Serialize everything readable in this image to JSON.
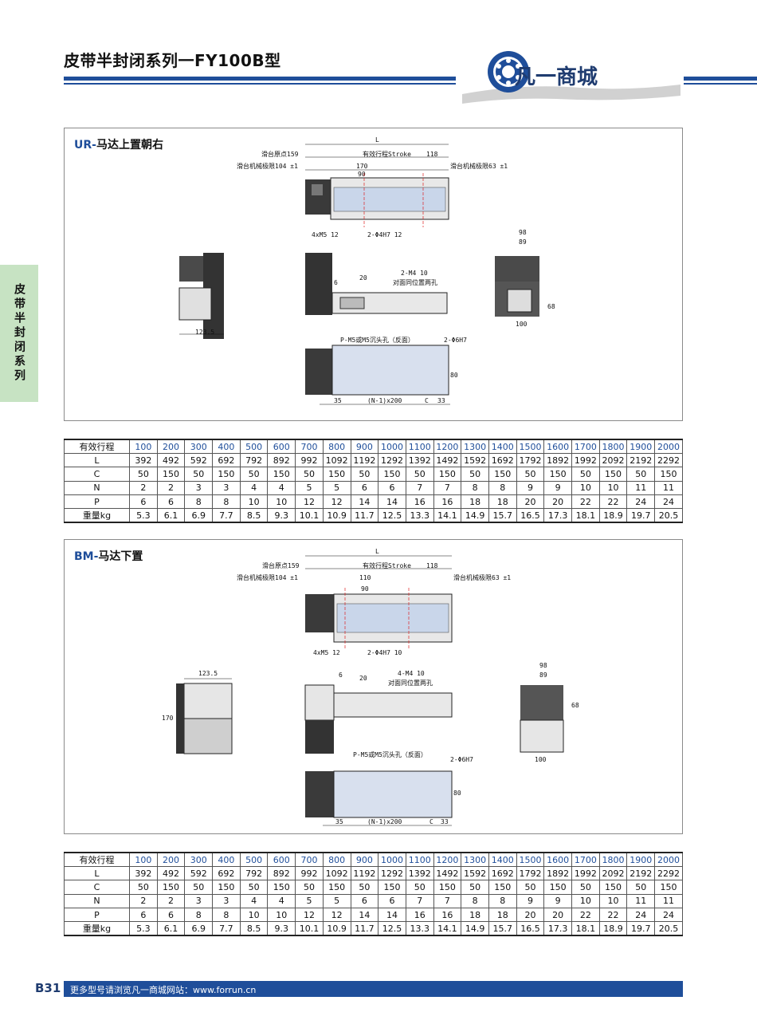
{
  "header": {
    "title": "皮带半封闭系列一FY100B型",
    "logo_text": "凡一商城"
  },
  "side_tab": {
    "label": "皮带半封闭系列"
  },
  "sections": {
    "ur": {
      "code": "UR-",
      "label": "马达上置朝右",
      "dims": {
        "L": "L",
        "origin": "滑台原点159",
        "stroke": "有效行程Stroke",
        "right_118": "118",
        "limit_left": "滑台机械极限104 ±1",
        "limit_right": "滑台机械极限63 ±1",
        "d170": "170",
        "d90": "90",
        "hole1": "4xM5 12",
        "hole2": "2-Φ4H7 12",
        "m4": "2-M4 10",
        "same_pos": "对面同位置两孔",
        "d20": "20",
        "d6": "6",
        "d98": "98",
        "d89": "89",
        "d68": "68",
        "d100": "100",
        "d123_5": "123.5",
        "p_holes": "P-M5或M5沉头孔（反面）",
        "h6": "2-Φ6H7",
        "d80": "80",
        "d35": "35",
        "pitch": "(N-1)x200",
        "c": "C",
        "d33": "33"
      }
    },
    "bm": {
      "code": "BM-",
      "label": "马达下置",
      "dims": {
        "L": "L",
        "origin": "滑台原点159",
        "stroke": "有效行程Stroke",
        "right_118": "118",
        "limit_left": "滑台机械极限104 ±1",
        "limit_right": "滑台机械极限63 ±1",
        "d110": "110",
        "d90": "90",
        "hole1": "4xM5 12",
        "hole2": "2-Φ4H7 10",
        "m4": "4-M4 10",
        "same_pos": "对面同位置两孔",
        "d20": "20",
        "d6": "6",
        "d98": "98",
        "d89": "89",
        "d68": "68",
        "d100": "100",
        "d123_5": "123.5",
        "d170": "170",
        "p_holes": "P-M5或M5沉头孔（反面）",
        "h6": "2-Φ6H7",
        "d80": "80",
        "d35": "35",
        "pitch": "(N-1)x200",
        "c": "C",
        "d33": "33"
      }
    }
  },
  "table": {
    "row_labels": [
      "有效行程",
      "L",
      "C",
      "N",
      "P",
      "重量kg"
    ],
    "stroke": [
      "100",
      "200",
      "300",
      "400",
      "500",
      "600",
      "700",
      "800",
      "900",
      "1000",
      "1100",
      "1200",
      "1300",
      "1400",
      "1500",
      "1600",
      "1700",
      "1800",
      "1900",
      "2000"
    ],
    "L": [
      "392",
      "492",
      "592",
      "692",
      "792",
      "892",
      "992",
      "1092",
      "1192",
      "1292",
      "1392",
      "1492",
      "1592",
      "1692",
      "1792",
      "1892",
      "1992",
      "2092",
      "2192",
      "2292"
    ],
    "C": [
      "50",
      "150",
      "50",
      "150",
      "50",
      "150",
      "50",
      "150",
      "50",
      "150",
      "50",
      "150",
      "50",
      "150",
      "50",
      "150",
      "50",
      "150",
      "50",
      "150"
    ],
    "N": [
      "2",
      "2",
      "3",
      "3",
      "4",
      "4",
      "5",
      "5",
      "6",
      "6",
      "7",
      "7",
      "8",
      "8",
      "9",
      "9",
      "10",
      "10",
      "11",
      "11"
    ],
    "P": [
      "6",
      "6",
      "8",
      "8",
      "10",
      "10",
      "12",
      "12",
      "14",
      "14",
      "16",
      "16",
      "18",
      "18",
      "20",
      "20",
      "22",
      "22",
      "24",
      "24"
    ],
    "weight": [
      "5.3",
      "6.1",
      "6.9",
      "7.7",
      "8.5",
      "9.3",
      "10.1",
      "10.9",
      "11.7",
      "12.5",
      "13.3",
      "14.1",
      "14.9",
      "15.7",
      "16.5",
      "17.3",
      "18.1",
      "18.9",
      "19.7",
      "20.5"
    ]
  },
  "footer": {
    "page": "B31",
    "text": "更多型号请浏览凡一商城网站：www.forrun.cn"
  },
  "colors": {
    "brand_blue": "#1f4e9a",
    "side_tab_green": "#c7e3c3",
    "rail_blue": "#c9d6ea",
    "motor_dark": "#3a3a3a"
  }
}
